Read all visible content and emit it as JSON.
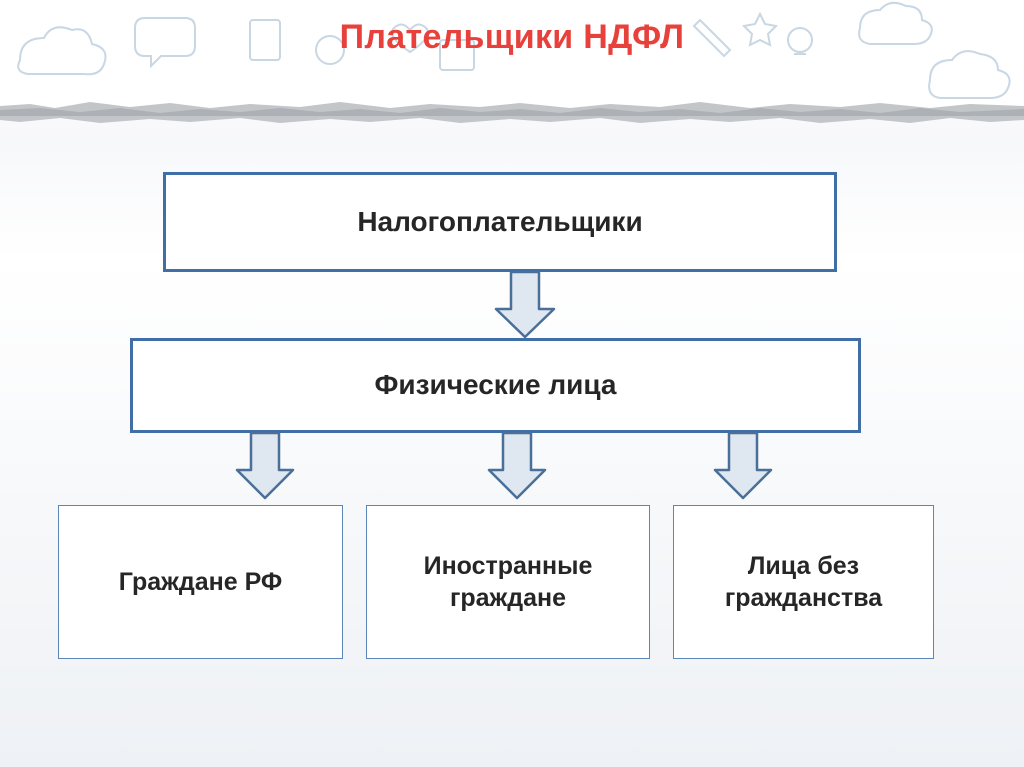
{
  "slide": {
    "title": "Плательщики НДФЛ"
  },
  "diagram": {
    "root": "Налогоплательщики",
    "level2": "Физические лица",
    "leaves": [
      "Граждане РФ",
      "Иностранные\nграждане",
      "Лица без\nгражданства"
    ]
  },
  "colors": {
    "title": "#e8413c",
    "box_border": "#3f6fa6",
    "arrow_fill": "#dfe7f1",
    "arrow_stroke": "#4a6f98",
    "text": "#262626"
  }
}
